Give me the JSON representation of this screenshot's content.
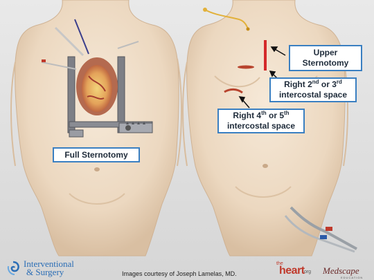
{
  "labels": {
    "full_sternotomy": "Full Sternotomy",
    "upper_sternotomy_line1": "Upper",
    "upper_sternotomy_line2": "Sternotomy",
    "right_23_prefix": "Right 2",
    "right_23_sup1": "nd",
    "right_23_mid": " or 3",
    "right_23_sup2": "rd",
    "right_23_line2": "intercostal space",
    "right_45_prefix": "Right 4",
    "right_45_sup1": "th",
    "right_45_mid": " or 5",
    "right_45_sup2": "th",
    "right_45_line2": "intercostal space"
  },
  "footer": {
    "logo_line1": "Interventional",
    "logo_line2": "& Surgery",
    "credit": "Images courtesy of Joseph Lamelas, MD.",
    "heart_the": "the",
    "heart_main": "heart",
    "heart_org": ".org",
    "medscape": "Medscape",
    "medscape_sub": "EDUCATION"
  },
  "colors": {
    "box_border": "#3a7fc1",
    "incision_red": "#d42a2a",
    "skin": "#f0e0cc",
    "logo_blue": "#2a6db5"
  }
}
